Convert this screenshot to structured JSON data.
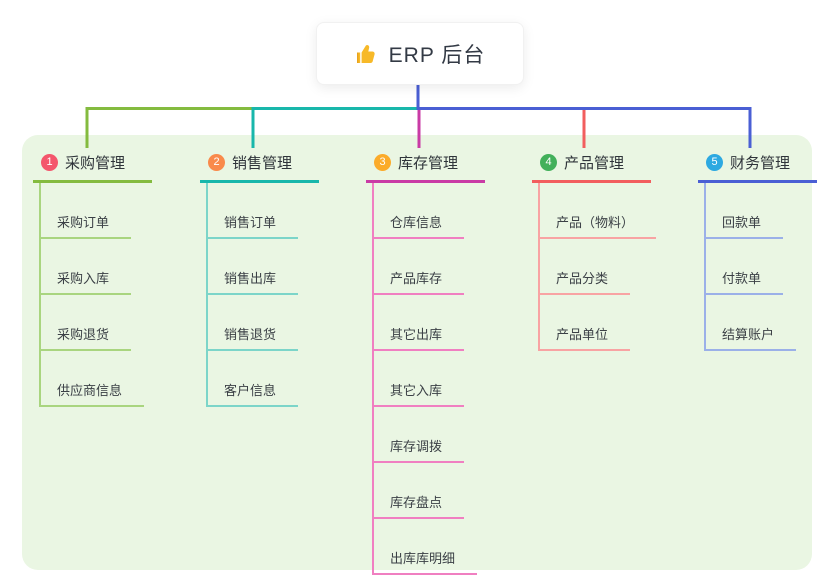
{
  "root": {
    "label": "ERP 后台",
    "icon": "thumbs-up-icon",
    "icon_color": "#f7b928",
    "connector_color": "#4a5fd4"
  },
  "branches": [
    {
      "num": "1",
      "topic": "采购管理",
      "badge_color": "#f4566c",
      "main_color": "#84bb3f",
      "child_color": "#a9d57f",
      "children": [
        "采购订单",
        "采购入库",
        "采购退货",
        "供应商信息"
      ]
    },
    {
      "num": "2",
      "topic": "销售管理",
      "badge_color": "#f98a4b",
      "main_color": "#18b7ab",
      "child_color": "#7cd5c9",
      "children": [
        "销售订单",
        "销售出库",
        "销售退货",
        "客户信息"
      ]
    },
    {
      "num": "3",
      "topic": "库存管理",
      "badge_color": "#fbab2a",
      "main_color": "#c93ba5",
      "child_color": "#f07fc1",
      "children": [
        "仓库信息",
        "产品库存",
        "其它出库",
        "其它入库",
        "库存调拨",
        "库存盘点",
        "出库库明细"
      ]
    },
    {
      "num": "4",
      "topic": "产品管理",
      "badge_color": "#42b05a",
      "main_color": "#f25e5e",
      "child_color": "#f8a3a3",
      "children": [
        "产品（物料）",
        "产品分类",
        "产品单位"
      ]
    },
    {
      "num": "5",
      "topic": "财务管理",
      "badge_color": "#2da9e1",
      "main_color": "#4a5fd4",
      "child_color": "#9bb0e8",
      "children": [
        "回款单",
        "付款单",
        "结算账户"
      ]
    }
  ]
}
